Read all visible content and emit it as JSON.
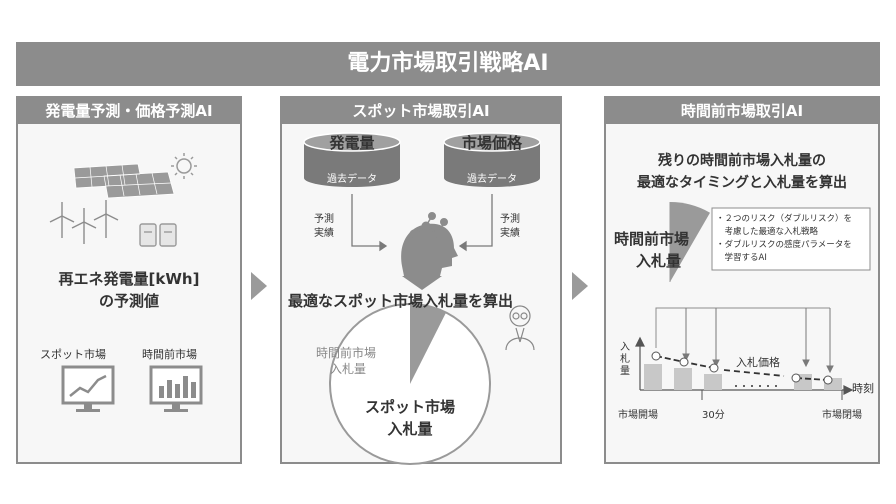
{
  "title": "電力市場取引戦略AI",
  "panels": {
    "left": {
      "header": "発電量予測・価格予測AI",
      "forecast_line1": "再エネ発電量[kWh]",
      "forecast_line2": "の予測値",
      "spot_label": "スポット市場",
      "intraday_label": "時間前市場"
    },
    "middle": {
      "header": "スポット市場取引AI",
      "db1_title": "発電量",
      "db1_sub": "過去データ",
      "db2_title": "市場価格",
      "db2_sub": "過去データ",
      "left_note_line1": "予測",
      "left_note_line2": "実績",
      "right_note_line1": "予測",
      "right_note_line2": "実績",
      "result": "最適なスポット市場入札量を算出",
      "pie_small_line1": "時間前市場",
      "pie_small_line2": "入札量",
      "pie_big_line1": "スポット市場",
      "pie_big_line2": "入札量"
    },
    "right": {
      "header": "時間前市場取引AI",
      "heading_line1": "残りの時間前市場入札量の",
      "heading_line2": "最適なタイミングと入札量を算出",
      "intraday_line1": "時間前市場",
      "intraday_line2": "入札量",
      "note_line1": "・２つのリスク（ダブルリスク）を",
      "note_line2": "　考慮した最適な入札戦略",
      "note_line3": "・ダブルリスクの感度パラメータを",
      "note_line4": "　学習するAI",
      "y_axis": "入札量",
      "price_label": "入札価格",
      "x_axis": "時刻",
      "market_open": "市場開場",
      "thirty_min": "30分",
      "market_close": "市場閉場"
    }
  },
  "colors": {
    "banner": "#8c8c8c",
    "arrow": "#9a9a9a",
    "bar": "#c8c8c8",
    "pie": "#9a9a9a"
  }
}
